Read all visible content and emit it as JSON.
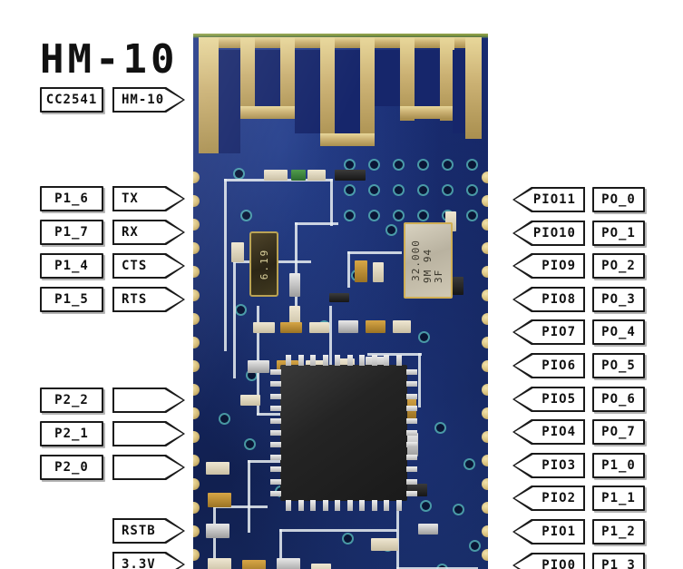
{
  "page": {
    "title": "HM-10",
    "background_color": "#ffffff"
  },
  "header": {
    "title": "HM-10",
    "chip_label": "CC2541",
    "module_label": "HM-10"
  },
  "colors": {
    "box_border": "#1a1a1a",
    "box_fill": "#ffffff",
    "text": "#111111",
    "pcb_navy": "#16266b",
    "pcb_gold": "#cbb173",
    "pcb_green_edge": "#6e8a3a",
    "via_ring": "#5abeb9",
    "chip_black": "#1a1a1a"
  },
  "board": {
    "name": "hm-10-bluetooth-module-pcb",
    "antenna": "meander-pcb-antenna",
    "main_ic": "CC2541",
    "crystal_32mhz": {
      "line1": "32.000",
      "line2": "9M 94 3F"
    },
    "crystal_secondary": "6.19"
  },
  "left_pins": [
    {
      "port": "P1_6",
      "signal": "TX",
      "has_port": true,
      "has_signal": true
    },
    {
      "port": "P1_7",
      "signal": "RX",
      "has_port": true,
      "has_signal": true
    },
    {
      "port": "P1_4",
      "signal": "CTS",
      "has_port": true,
      "has_signal": true
    },
    {
      "port": "P1_5",
      "signal": "RTS",
      "has_port": true,
      "has_signal": true
    },
    {
      "port": "P2_2",
      "signal": "",
      "has_port": true,
      "has_signal": true
    },
    {
      "port": "P2_1",
      "signal": "",
      "has_port": true,
      "has_signal": true
    },
    {
      "port": "P2_0",
      "signal": "",
      "has_port": true,
      "has_signal": true
    },
    {
      "port": "",
      "signal": "RSTB",
      "has_port": false,
      "has_signal": true
    },
    {
      "port": "",
      "signal": "3.3V",
      "has_port": false,
      "has_signal": true
    }
  ],
  "right_pins": [
    {
      "signal": "PIO11",
      "port": "PO_0"
    },
    {
      "signal": "PIO10",
      "port": "PO_1"
    },
    {
      "signal": "PIO9",
      "port": "PO_2"
    },
    {
      "signal": "PIO8",
      "port": "PO_3"
    },
    {
      "signal": "PIO7",
      "port": "PO_4"
    },
    {
      "signal": "PIO6",
      "port": "PO_5"
    },
    {
      "signal": "PIO5",
      "port": "PO_6"
    },
    {
      "signal": "PIO4",
      "port": "PO_7"
    },
    {
      "signal": "PIO3",
      "port": "P1_0"
    },
    {
      "signal": "PIO2",
      "port": "P1_1"
    },
    {
      "signal": "PIO1",
      "port": "P1_2"
    },
    {
      "signal": "PIO0",
      "port": "P1_3"
    }
  ]
}
